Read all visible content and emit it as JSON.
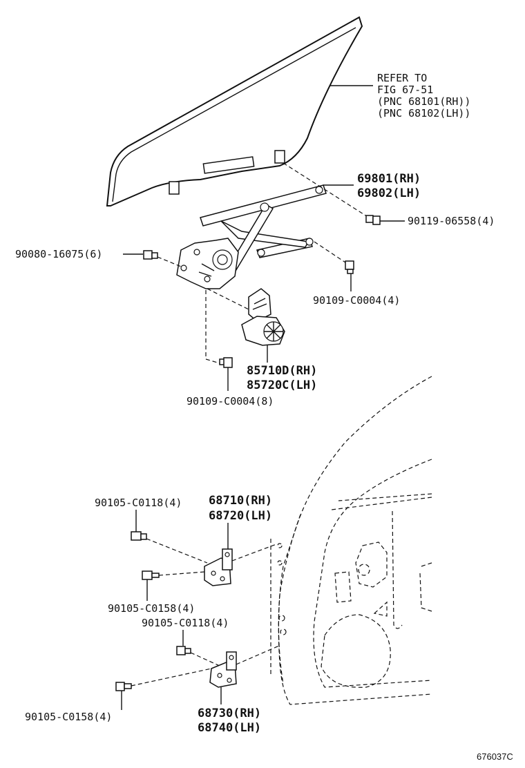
{
  "refer_note": {
    "line1": "REFER TO",
    "line2": "FIG 67-51",
    "line3": "(PNC 68101(RH))",
    "line4": "(PNC 68102(LH))"
  },
  "labels": {
    "regulator_rh": "69801(RH)",
    "regulator_lh": "69802(LH)",
    "bolt_90119": "90119-06558(4)",
    "bolt_90080": "90080-16075(6)",
    "bolt_90109_a": "90109-C0004(4)",
    "motor_rh": "85710D(RH)",
    "motor_lh": "85720C(LH)",
    "bolt_90109_b": "90109-C0004(8)",
    "bolt_90105_c0118_upper": "90105-C0118(4)",
    "hinge_upper_rh": "68710(RH)",
    "hinge_upper_lh": "68720(LH)",
    "bolt_90105_c0158_upper": "90105-C0158(4)",
    "bolt_90105_c0118_lower": "90105-C0118(4)",
    "bolt_90105_c0158_lower": "90105-C0158(4)",
    "hinge_lower_rh": "68730(RH)",
    "hinge_lower_lh": "68740(LH)"
  },
  "figure_code": "676037C"
}
